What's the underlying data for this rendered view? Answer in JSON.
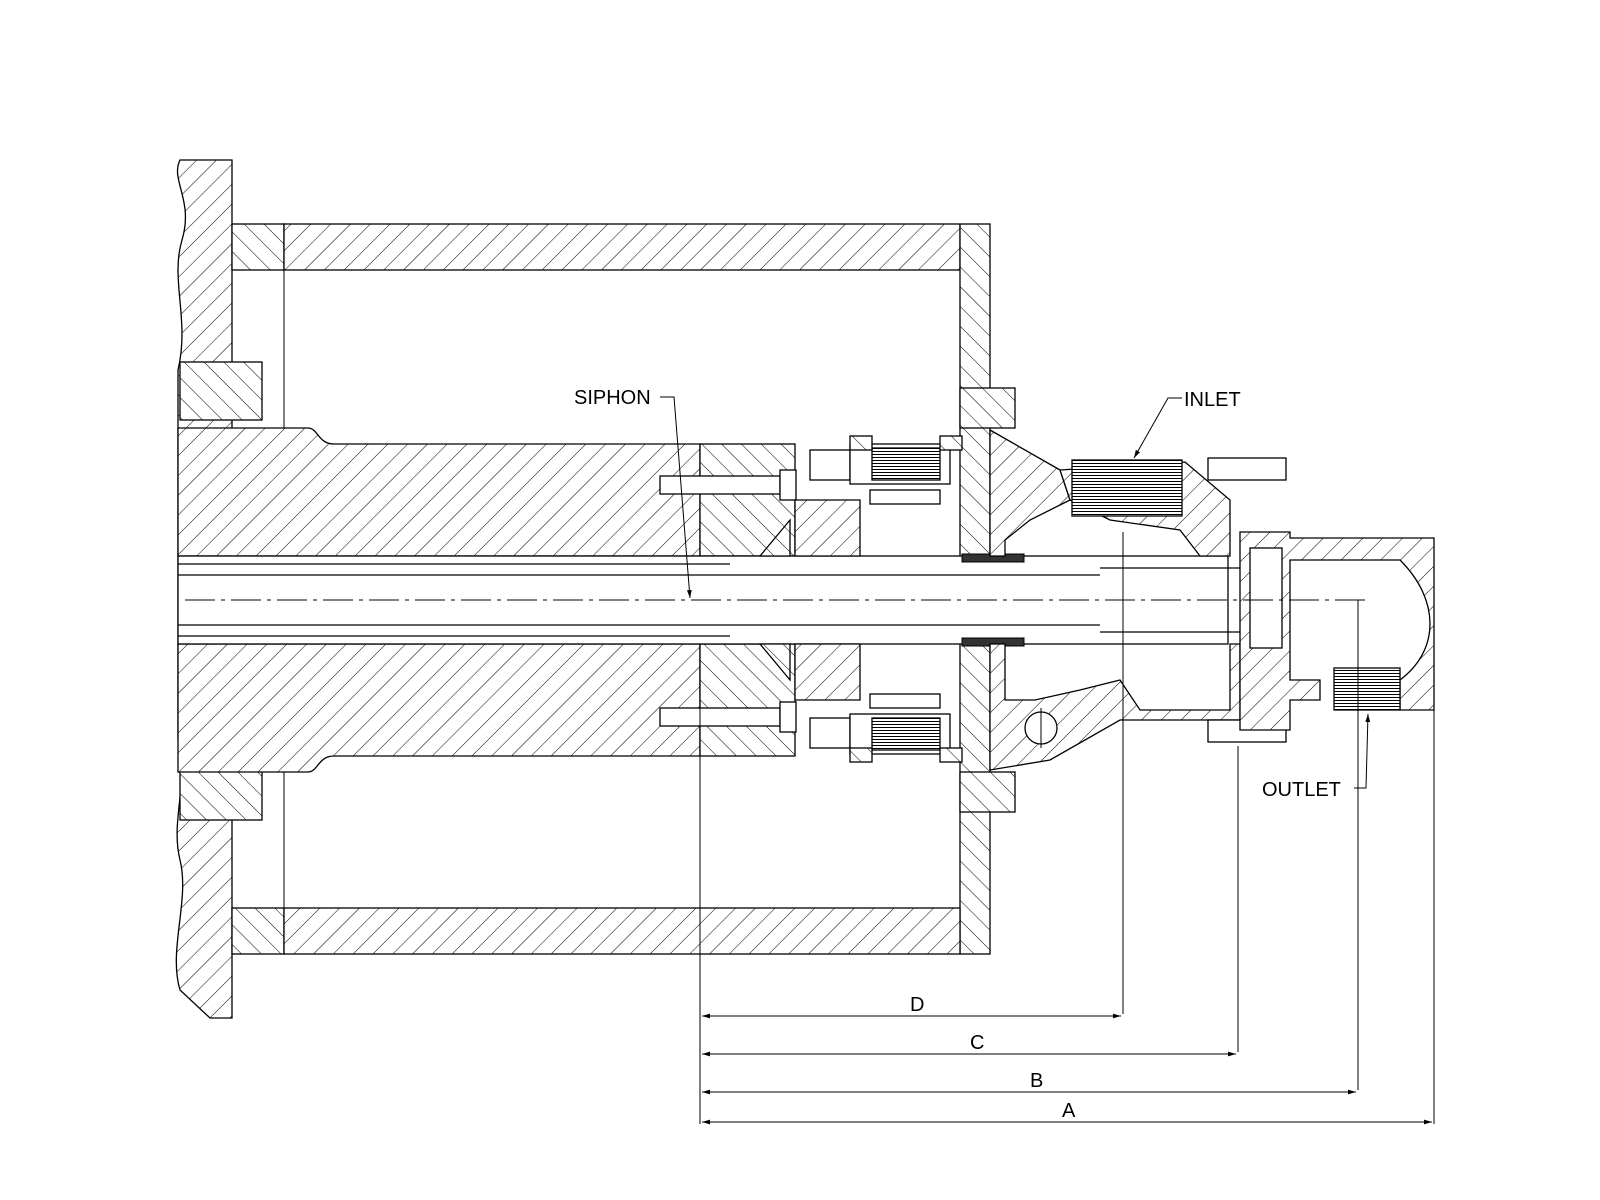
{
  "labels": {
    "siphon": "SIPHON",
    "inlet": "INLET",
    "outlet": "OUTLET"
  },
  "dimensions": {
    "a": "A",
    "b": "B",
    "c": "C",
    "d": "D"
  }
}
